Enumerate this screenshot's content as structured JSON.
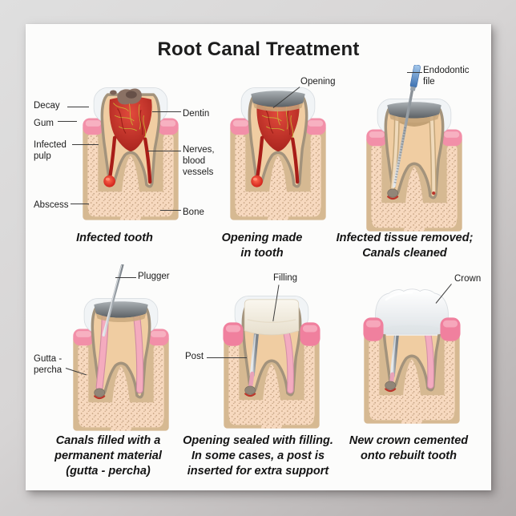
{
  "poster": {
    "title": "Root Canal Treatment"
  },
  "panels": {
    "infected": {
      "caption": "Infected tooth",
      "labels": {
        "decay": "Decay",
        "gum": "Gum",
        "infected_pulp": "Infected\npulp",
        "abscess": "Abscess",
        "dentin": "Dentin",
        "nerves": "Nerves,\nblood\nvessels",
        "bone": "Bone"
      }
    },
    "opening": {
      "caption": "Opening made\nin tooth",
      "labels": {
        "opening": "Opening"
      }
    },
    "cleaning": {
      "caption": "Infected tissue removed;\nCanals cleaned",
      "labels": {
        "endodontic_file": "Endodontic\nfile"
      }
    },
    "filling_canals": {
      "caption": "Canals filled with a\npermanent material\n(gutta - percha)",
      "labels": {
        "plugger": "Plugger",
        "gutta_percha": "Gutta -\npercha"
      }
    },
    "sealing": {
      "caption": "Opening sealed with filling.\nIn some cases, a post is\ninserted for extra support",
      "labels": {
        "filling": "Filling",
        "post": "Post"
      }
    },
    "crown": {
      "caption": "New crown cemented\nonto rebuilt tooth",
      "labels": {
        "crown": "Crown"
      }
    }
  },
  "colors": {
    "background_gray": "#d7d5d5",
    "poster_white": "#fcfcfb",
    "text": "#1c1c1c",
    "gum_pink": "#f289a4",
    "bone_tan": "#d6b992",
    "bone_marrow_pink": "#f7d9bf",
    "dentin_beige": "#f0cda2",
    "pulp_red": "#c22a24",
    "nerve_yellow": "#c9bc35",
    "decay_brown": "#8a7164",
    "gutta_percha_pink": "#f3abc0",
    "metal_silver": "#9fa6ac",
    "file_handle_blue": "#4a7fc1",
    "enamel_white": "#f1f4f6",
    "opening_gray": "#5c6165"
  }
}
